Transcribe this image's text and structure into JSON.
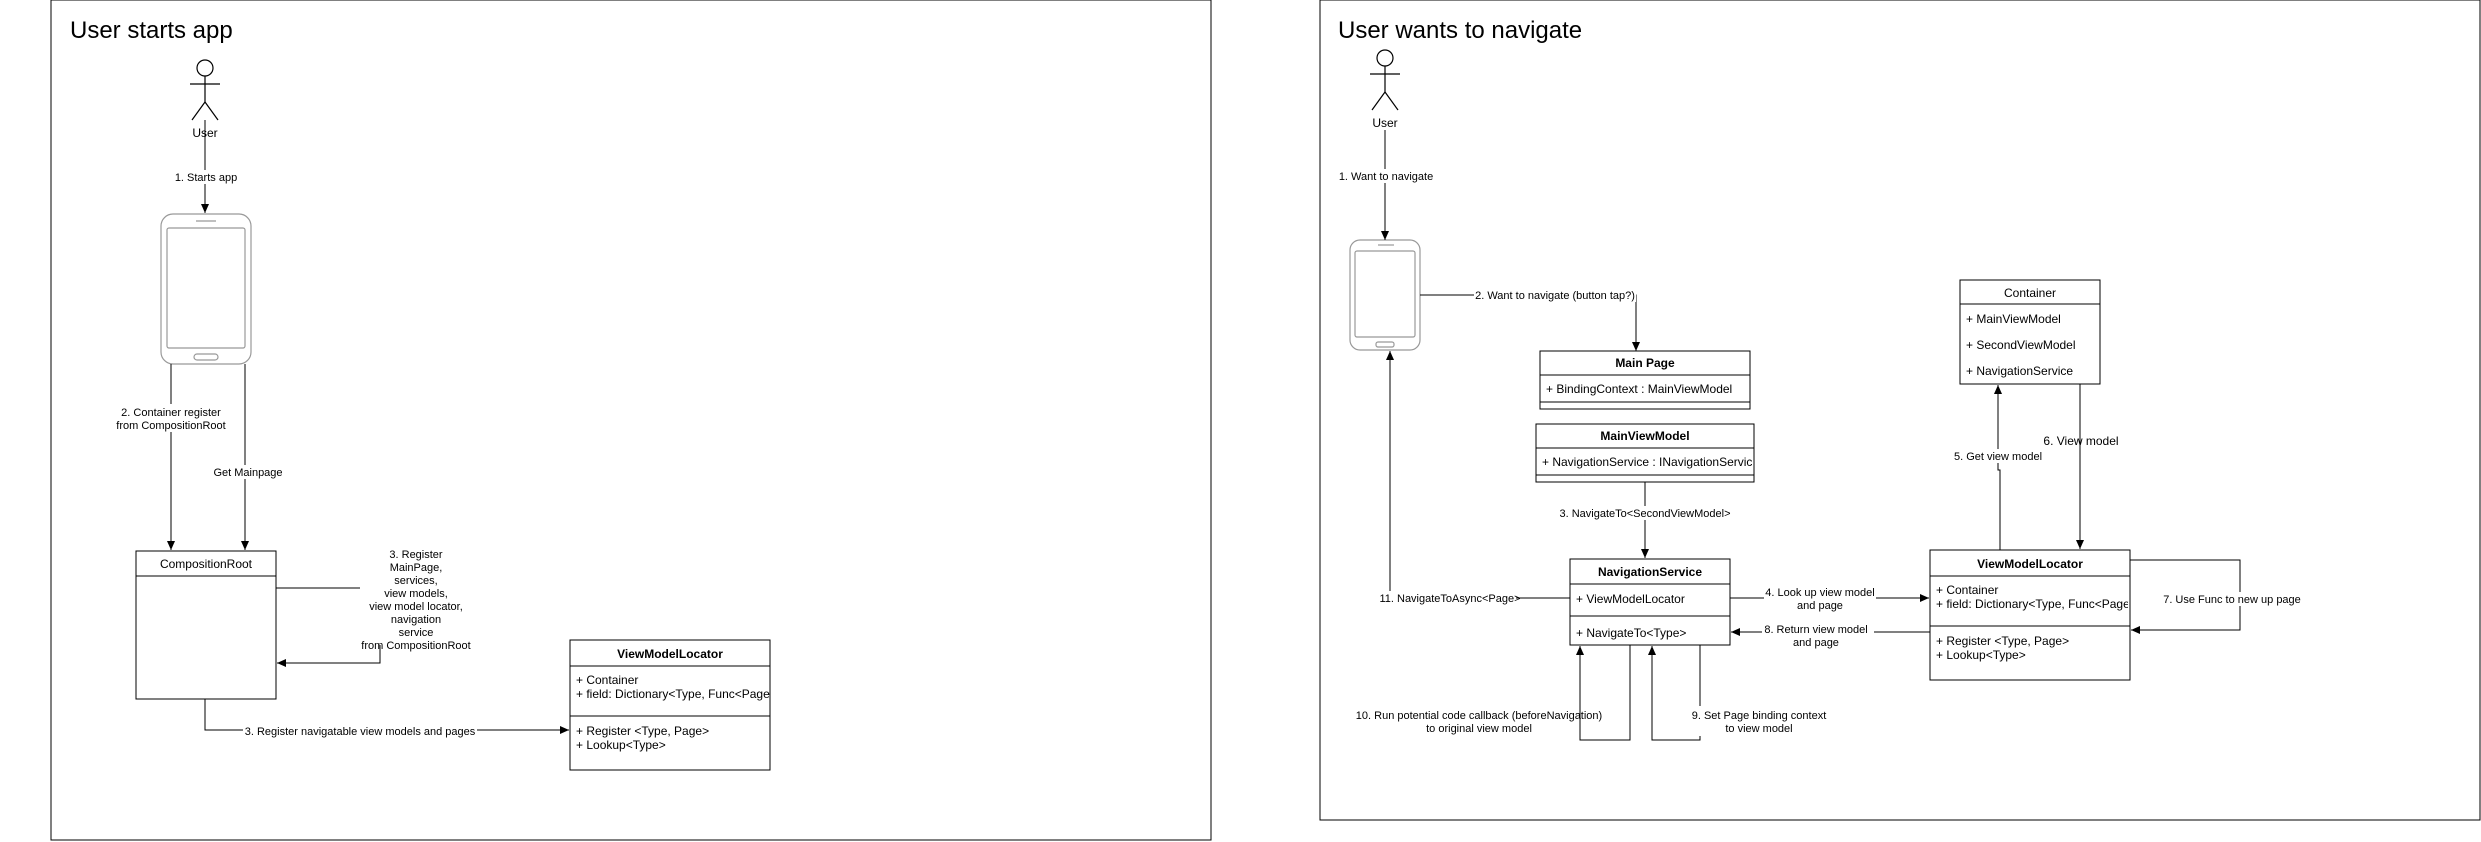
{
  "panels": {
    "left": {
      "title": "User starts app"
    },
    "right": {
      "title": "User wants to navigate"
    }
  },
  "left": {
    "actor": "User",
    "edges": {
      "starts_app": "1. Starts app",
      "container_register": [
        "2. Container register",
        "from CompositionRoot"
      ],
      "get_mainpage": "Get Mainpage",
      "register_services": [
        "3. Register",
        "MainPage,",
        "services,",
        "view models,",
        "view model locator,",
        "navigation",
        "service",
        "from CompositionRoot"
      ],
      "register_navigatable": "3. Register navigatable view models and pages"
    },
    "composition_root": {
      "title": "CompositionRoot"
    },
    "view_model_locator": {
      "title": "ViewModelLocator",
      "fields": [
        "+ Container",
        "+ field: Dictionary<Type, Func<Page"
      ],
      "methods": [
        "+ Register <Type, Page>",
        "+ Lookup<Type>"
      ]
    }
  },
  "right": {
    "actor": "User",
    "edges": {
      "want_navigate": "1. Want to navigate",
      "button_tap": "2. Want to navigate (button tap?)",
      "navigate_to": "3. NavigateTo<SecondViewModel>",
      "look_up": [
        "4. Look up view model",
        "and page"
      ],
      "get_view_model": "5. Get view model",
      "view_model": "6. View model",
      "use_func": "7. Use Func to new up page",
      "return_view_model": [
        "8. Return view model",
        "and page"
      ],
      "set_binding": [
        "9. Set Page binding context",
        "to view model"
      ],
      "run_callback": [
        "10. Run potential code callback (beforeNavigation)",
        "to original view model"
      ],
      "navigate_async": "11. NavigateToAsync<Page>"
    },
    "main_page": {
      "title": "Main Page",
      "fields": [
        "+ BindingContext : MainViewModel"
      ]
    },
    "main_view_model": {
      "title": "MainViewModel",
      "fields": [
        "+ NavigationService : INavigationServic"
      ]
    },
    "container": {
      "title": "Container",
      "fields": [
        "+ MainViewModel",
        "+ SecondViewModel",
        "+ NavigationService"
      ]
    },
    "navigation_service": {
      "title": "NavigationService",
      "fields": [
        "+ ViewModelLocator"
      ],
      "methods": [
        "+ NavigateTo<Type>"
      ]
    },
    "view_model_locator": {
      "title": "ViewModelLocator",
      "fields": [
        "+ Container",
        "+ field: Dictionary<Type, Func<Page"
      ],
      "methods": [
        "+ Register <Type, Page>",
        "+ Lookup<Type>"
      ]
    }
  }
}
